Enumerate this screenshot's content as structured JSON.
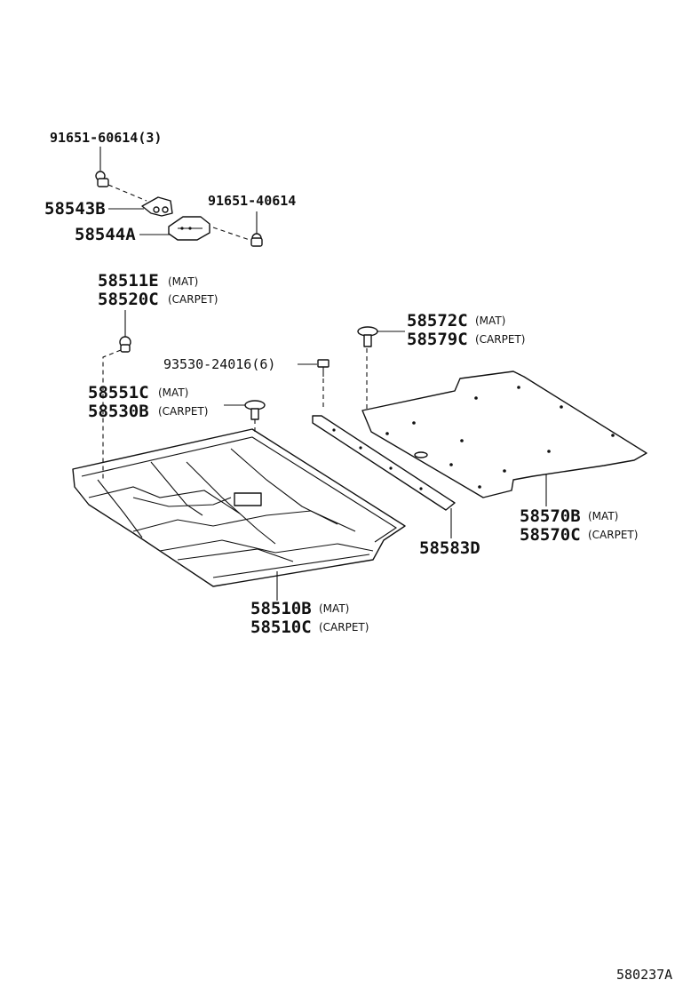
{
  "labels": {
    "bolt_91651_60614": "91651-60614(3)",
    "bracket_58543B": "58543B",
    "bolt_91651_40614": "91651-40614",
    "bracket_58544A": "58544A",
    "clip_58511E": "58511E",
    "clip_58511E_note": "(MAT)",
    "clip_58520C": "58520C",
    "clip_58520C_note": "(CARPET)",
    "clip_58572C": "58572C",
    "clip_58572C_note": "(MAT)",
    "clip_58579C": "58579C",
    "clip_58579C_note": "(CARPET)",
    "screw_93530": "93530-24016(6)",
    "clip_58551C": "58551C",
    "clip_58551C_note": "(MAT)",
    "clip_58530B": "58530B",
    "clip_58530B_note": "(CARPET)",
    "mat_58570B": "58570B",
    "mat_58570B_note": "(MAT)",
    "mat_58570C": "58570C",
    "mat_58570C_note": "(CARPET)",
    "strip_58583D": "58583D",
    "mat_58510B": "58510B",
    "mat_58510B_note": "(MAT)",
    "mat_58510C": "58510C",
    "mat_58510C_note": "(CARPET)"
  },
  "footer": {
    "diagram_code": "580237A"
  }
}
